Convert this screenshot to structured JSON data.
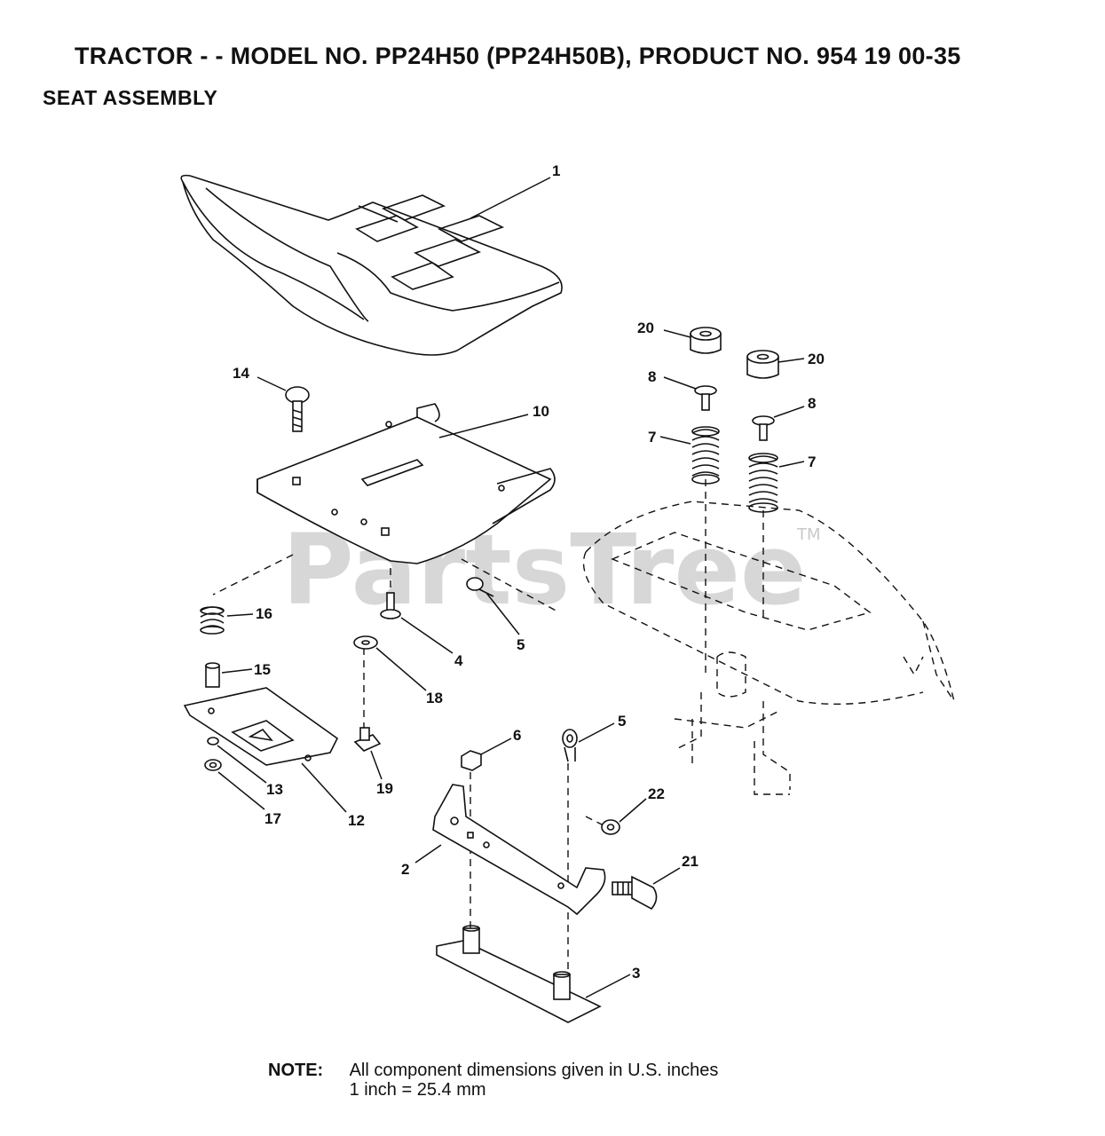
{
  "header": {
    "title": "TRACTOR - - MODEL NO. PP24H50 (PP24H50B), PRODUCT NO. 954 19 00-35",
    "subtitle": "SEAT ASSEMBLY"
  },
  "watermark": {
    "brand": "PartsTree",
    "trademark": "TM"
  },
  "callouts": {
    "c1": "1",
    "c2": "2",
    "c3": "3",
    "c4": "4",
    "c5a": "5",
    "c5b": "5",
    "c6": "6",
    "c7a": "7",
    "c7b": "7",
    "c8a": "8",
    "c8b": "8",
    "c10": "10",
    "c12": "12",
    "c13": "13",
    "c14": "14",
    "c15": "15",
    "c16": "16",
    "c17": "17",
    "c18": "18",
    "c19": "19",
    "c20a": "20",
    "c20b": "20",
    "c21": "21",
    "c22": "22"
  },
  "note": {
    "label": "NOTE:",
    "line1": "All component dimensions given in U.S. inches",
    "line2": "1 inch = 25.4 mm"
  }
}
